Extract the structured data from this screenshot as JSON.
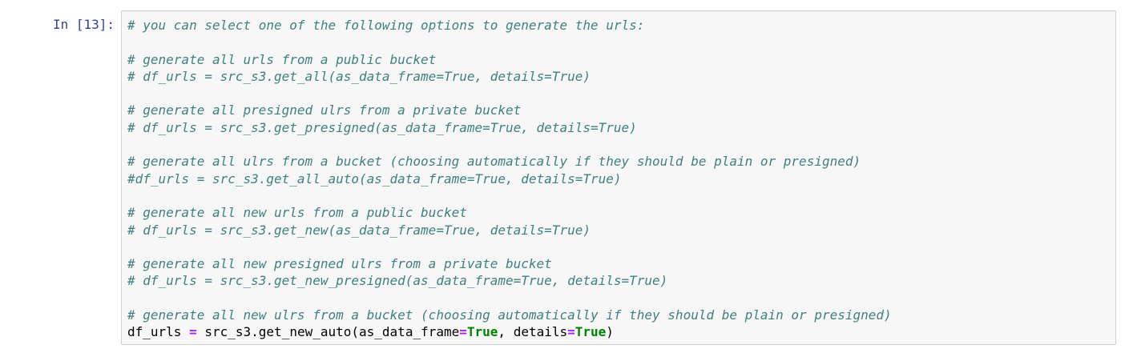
{
  "cell": {
    "prompt": "In [13]:",
    "lines": [
      {
        "type": "comment",
        "text": "# you can select one of the following options to generate the urls:"
      },
      {
        "type": "blank",
        "text": ""
      },
      {
        "type": "comment",
        "text": "# generate all urls from a public bucket"
      },
      {
        "type": "comment",
        "text": "# df_urls = src_s3.get_all(as_data_frame=True, details=True)"
      },
      {
        "type": "blank",
        "text": ""
      },
      {
        "type": "comment",
        "text": "# generate all presigned ulrs from a private bucket"
      },
      {
        "type": "comment",
        "text": "# df_urls = src_s3.get_presigned(as_data_frame=True, details=True)"
      },
      {
        "type": "blank",
        "text": ""
      },
      {
        "type": "comment",
        "text": "# generate all ulrs from a bucket (choosing automatically if they should be plain or presigned)"
      },
      {
        "type": "comment",
        "text": "#df_urls = src_s3.get_all_auto(as_data_frame=True, details=True)"
      },
      {
        "type": "blank",
        "text": ""
      },
      {
        "type": "comment",
        "text": "# generate all new urls from a public bucket"
      },
      {
        "type": "comment",
        "text": "# df_urls = src_s3.get_new(as_data_frame=True, details=True)"
      },
      {
        "type": "blank",
        "text": ""
      },
      {
        "type": "comment",
        "text": "# generate all new presigned ulrs from a private bucket"
      },
      {
        "type": "comment",
        "text": "# df_urls = src_s3.get_new_presigned(as_data_frame=True, details=True)"
      },
      {
        "type": "blank",
        "text": ""
      },
      {
        "type": "comment",
        "text": "# generate all new ulrs from a bucket (choosing automatically if they should be plain or presigned)"
      }
    ],
    "code_line": {
      "var": "df_urls",
      "assign": "=",
      "call": "src_s3.get_new_auto(as_data_frame",
      "eq1": "=",
      "val1": "True",
      "sep": ", details",
      "eq2": "=",
      "val2": "True",
      "close": ")"
    }
  },
  "colors": {
    "prompt": "#303f9f",
    "comment": "#408080",
    "operator": "#aa22ff",
    "keyword": "#008000",
    "cell_background": "#f7f7f7",
    "cell_border": "#cfcfcf"
  }
}
